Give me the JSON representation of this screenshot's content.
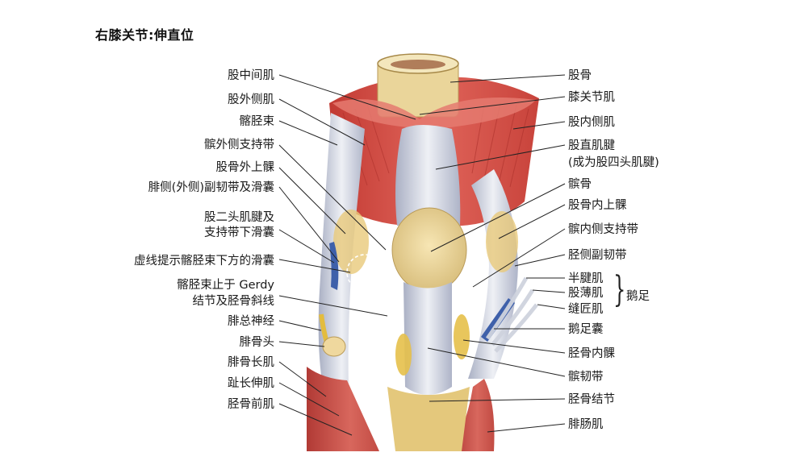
{
  "title": "右膝关节:伸直位",
  "labels_left": [
    "股中间肌",
    "股外侧肌",
    "髂胫束",
    "髌外侧支持带",
    "股骨外上髁",
    "腓侧(外侧)副韧带及滑囊",
    "股二头肌腱及",
    "支持带下滑囊",
    "虚线提示髂胫束下方的滑囊",
    "髂胫束止于 Gerdy",
    "结节及胫骨斜线",
    "腓总神经",
    "腓骨头",
    "腓骨长肌",
    "趾长伸肌",
    "胫骨前肌"
  ],
  "labels_right": [
    "股骨",
    "膝关节肌",
    "股内侧肌",
    "股直肌腱",
    "(成为股四头肌腱)",
    "髌骨",
    "股骨内上髁",
    "髌内侧支持带",
    "胫侧副韧带",
    "半腱肌",
    "股薄肌",
    "缝匠肌",
    "鹅足囊",
    "胫骨内髁",
    "髌韧带",
    "胫骨结节",
    "腓肠肌"
  ],
  "pes_anserinus": "鹅足",
  "colors": {
    "muscle": "#d9524a",
    "muscle_dark": "#b8322d",
    "tendon": "#d9dce6",
    "bone": "#f0dca0",
    "nerve": "#e7c64a",
    "bursa": "#4f6fb5"
  }
}
